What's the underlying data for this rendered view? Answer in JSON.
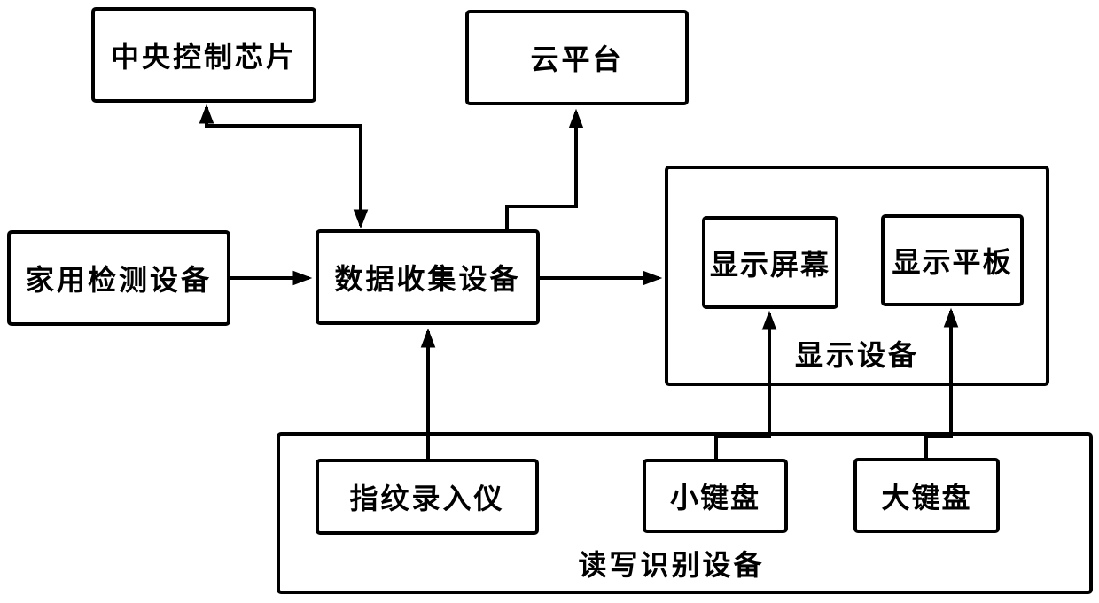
{
  "diagram": {
    "background_color": "#ffffff",
    "line_color": "#000000",
    "nodes": {
      "central_control_chip": {
        "label": "中央控制芯片"
      },
      "cloud_platform": {
        "label": "云平台"
      },
      "home_detection_device": {
        "label": "家用检测设备"
      },
      "data_collection_device": {
        "label": "数据收集设备"
      },
      "display_device_group": {
        "label": "显示设备"
      },
      "display_screen": {
        "label": "显示屏幕"
      },
      "display_tablet": {
        "label": "显示平板"
      },
      "read_write_recognition_group": {
        "label": "读写识别设备"
      },
      "fingerprint_reader": {
        "label": "指纹录入仪"
      },
      "small_keyboard": {
        "label": "小键盘"
      },
      "large_keyboard": {
        "label": "大键盘"
      }
    },
    "edges": [
      {
        "from": "数据收集设备",
        "to": "中央控制芯片",
        "arrows": "both"
      },
      {
        "from": "数据收集设备",
        "to": "云平台",
        "arrows": "to"
      },
      {
        "from": "家用检测设备",
        "to": "数据收集设备",
        "arrows": "to"
      },
      {
        "from": "数据收集设备",
        "to": "显示设备",
        "arrows": "to"
      },
      {
        "from": "指纹录入仪",
        "to": "数据收集设备",
        "arrows": "to"
      },
      {
        "from": "小键盘",
        "to": "显示屏幕",
        "arrows": "to"
      },
      {
        "from": "大键盘",
        "to": "显示平板",
        "arrows": "to"
      }
    ]
  }
}
